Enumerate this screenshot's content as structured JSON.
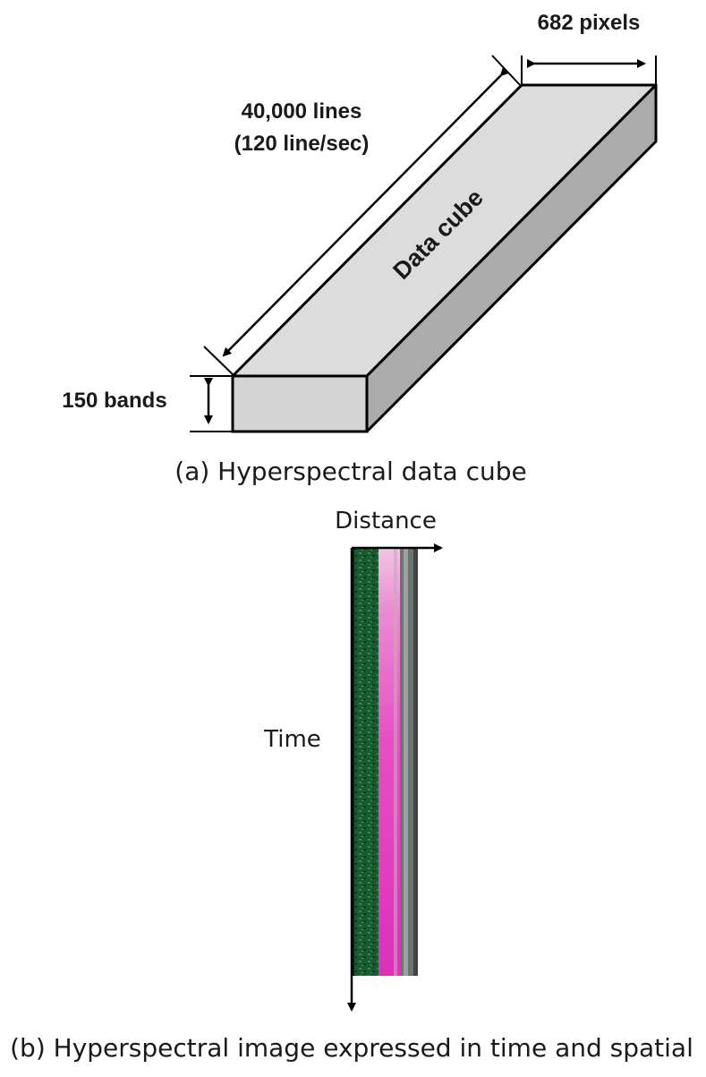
{
  "figure_a": {
    "pixels_label": "682 pixels",
    "lines_label": "40,000 lines",
    "rate_label": "(120 line/sec)",
    "bands_label": "150 bands",
    "cube_label": "Data cube",
    "caption": "(a) Hyperspectral data cube"
  },
  "figure_b": {
    "distance_label": "Distance",
    "time_label": "Time",
    "caption": "(b) Hyperspectral image expressed in time and spatial"
  },
  "colors": {
    "top_face": "#dcdcdc",
    "front_face": "#d4d4d4",
    "side_face": "#ababab",
    "strip_green": "#1f6a3a",
    "strip_magenta": "#e23cc0",
    "strip_gray": "#6c7371"
  }
}
